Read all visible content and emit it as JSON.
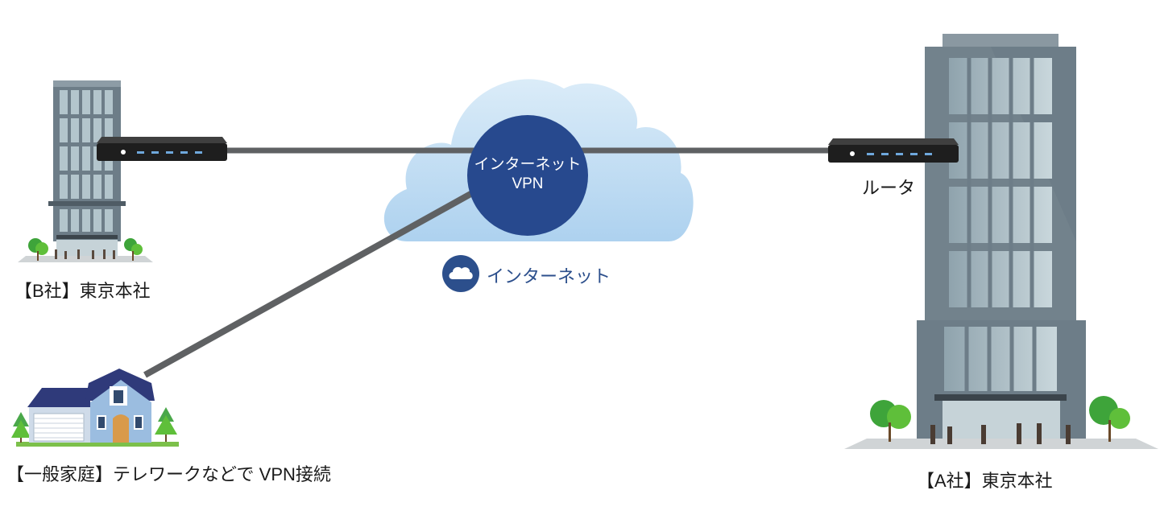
{
  "cloud": {
    "line1": "インターネット",
    "line2": "VPN"
  },
  "legend": {
    "icon": "cloud-icon",
    "label": "インターネット",
    "color": "#2c4f8c"
  },
  "router_label": "ルータ",
  "sites": {
    "b_office": "【B社】東京本社",
    "home": "【一般家庭】テレワークなどで VPN接続",
    "a_office": "【A社】東京本社"
  },
  "colors": {
    "cloud_light": "#bcdaf2",
    "cloud_circle": "#27498e",
    "link": "#5f6163",
    "building": "#6d7d88",
    "window": "#b3c5cc"
  }
}
